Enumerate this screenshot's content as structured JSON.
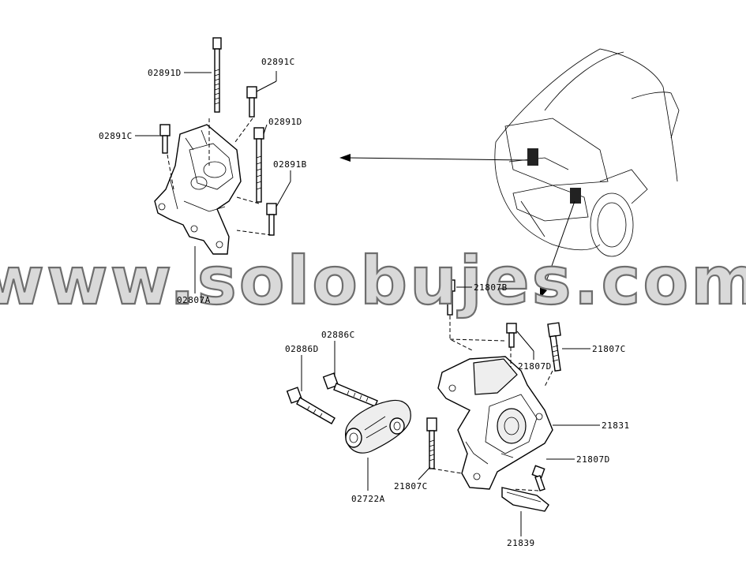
{
  "watermark": "www.solobujes.com",
  "labels": {
    "bolt_02891D_top": "02891D",
    "bolt_02891C_top": "02891C",
    "bolt_02891C_left": "02891C",
    "bolt_02891D_right": "02891D",
    "bolt_02891B": "02891B",
    "mount_02807A": "02807A",
    "bolt_02886C": "02886C",
    "bolt_02886D": "02886D",
    "mount_02722A": "02722A",
    "bolt_21807B": "21807B",
    "bolt_21807D_mid": "21807D",
    "bolt_21807C_right": "21807C",
    "mount_21831": "21831",
    "bolt_21807D_low": "21807D",
    "bolt_21807C_low": "21807C",
    "bracket_21839": "21839"
  }
}
